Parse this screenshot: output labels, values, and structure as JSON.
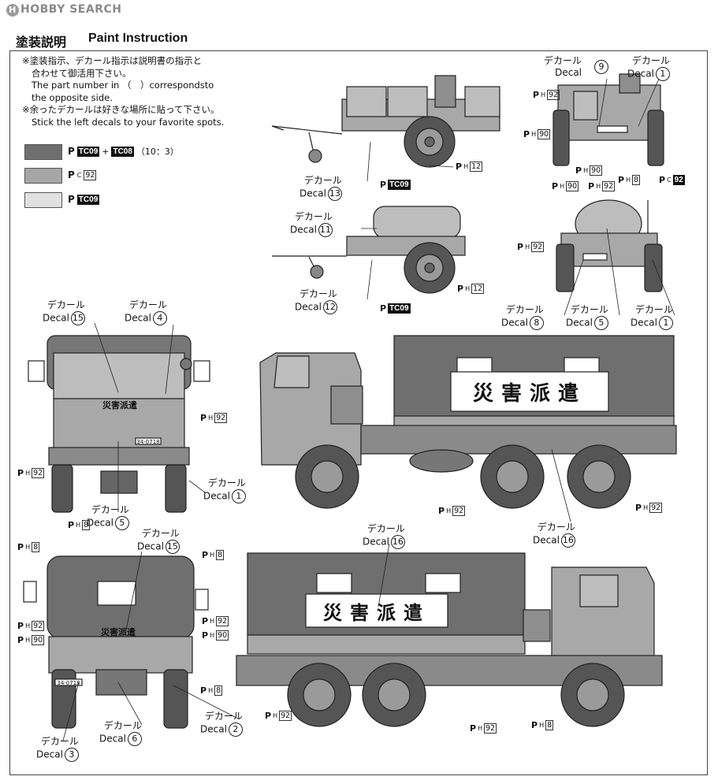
{
  "logo": "HOBBY SEARCH",
  "logo_mark": "H",
  "title_jp": "塗装説明",
  "title_en": "Paint Instruction",
  "notes": [
    "※塗装指示、デカール指示は説明書の指示と",
    "合わせて御活用下さい。",
    "The part number in （　）correspondsto",
    "the opposite side.",
    "※余ったデカールは好きな場所に貼って下さい。",
    "Stick the left decals to your favorite spots."
  ],
  "swatches": [
    {
      "p": "P",
      "code1": "TC09",
      "plus": "+",
      "code2": "TC08",
      "ratio": "（10：3）",
      "color": "#6f6f6f"
    },
    {
      "p": "P",
      "sub": "C",
      "box": "92",
      "color": "#a6a6a6"
    },
    {
      "p": "P",
      "code1": "TC09",
      "color": "#e0e0e0"
    }
  ],
  "decal_jp": "デカール",
  "decal_en": "Decal",
  "p": "P",
  "sub_h": "H",
  "sub_c": "C",
  "codes": {
    "c8": "8",
    "c12": "12",
    "c90": "90",
    "c92": "92",
    "tc09": "TC09"
  },
  "sign_text": "災害派遣",
  "cab_text": "災害派遣",
  "plate": "34-0718",
  "decals": {
    "d1": "1",
    "d2": "2",
    "d3": "3",
    "d4": "4",
    "d5": "5",
    "d6": "6",
    "d8": "8",
    "d9": "9",
    "d11": "11",
    "d12": "12",
    "d13": "13",
    "d15": "15",
    "d16": "16"
  }
}
